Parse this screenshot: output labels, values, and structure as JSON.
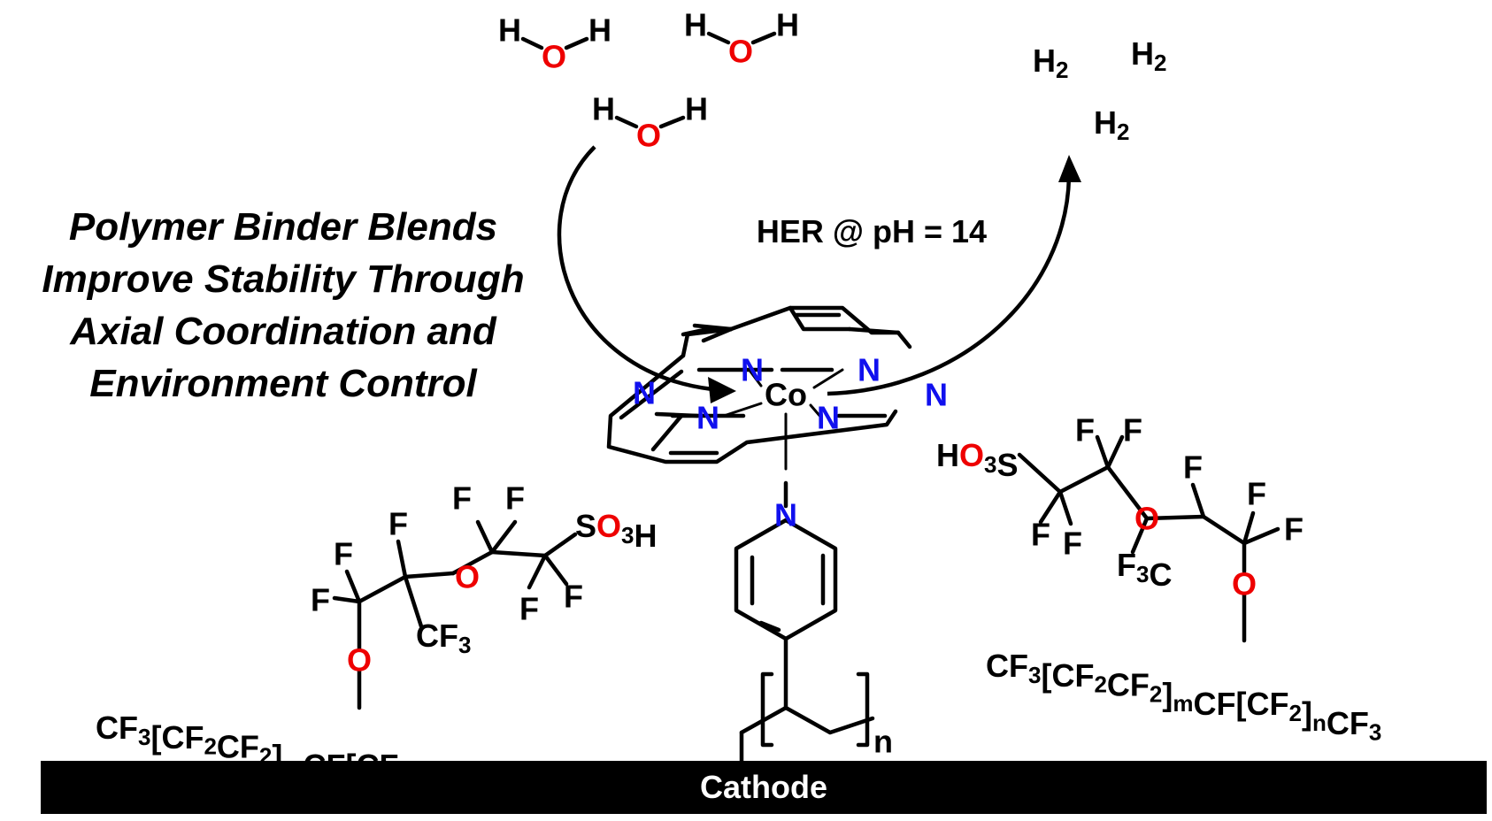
{
  "title_lines": [
    "Polymer Binder Blends",
    "Improve Stability Through",
    "Axial Coordination and",
    "Environment Control"
  ],
  "reaction_label": "HER @ pH = 14",
  "cathode_label": "Cathode",
  "atoms": {
    "hydrogen": "H",
    "oxygen": "O",
    "nitrogen": "N",
    "fluorine": "F",
    "cobalt": "Co",
    "hydrogen_gas": "H",
    "hydrogen_gas_subscript": "2"
  },
  "groups": {
    "sulfonic_acid_left": [
      "S",
      "O",
      "3",
      "H"
    ],
    "sulfonic_acid_right": [
      "H",
      "O",
      "3",
      "S"
    ],
    "cf3_left": [
      "CF",
      "3"
    ],
    "cf3_right": [
      "F",
      "3",
      "C"
    ],
    "polymer_index": "n"
  },
  "backbone_formula": [
    {
      "t": "CF",
      "sub": false
    },
    {
      "t": "3",
      "sub": true
    },
    {
      "t": "[CF",
      "sub": false
    },
    {
      "t": "2",
      "sub": true
    },
    {
      "t": "CF",
      "sub": false
    },
    {
      "t": "2",
      "sub": true
    },
    {
      "t": "]",
      "sub": false
    },
    {
      "t": "m",
      "sub": true
    },
    {
      "t": "CF[CF",
      "sub": false
    },
    {
      "t": "2",
      "sub": true
    },
    {
      "t": "]",
      "sub": false
    },
    {
      "t": "n",
      "sub": true
    },
    {
      "t": "CF",
      "sub": false
    },
    {
      "t": "3",
      "sub": true
    }
  ],
  "colors": {
    "oxygen": "#ee0000",
    "nitrogen": "#1010ee",
    "ink": "#000000",
    "cathode_bar": "#000000",
    "cathode_text": "#ffffff"
  }
}
